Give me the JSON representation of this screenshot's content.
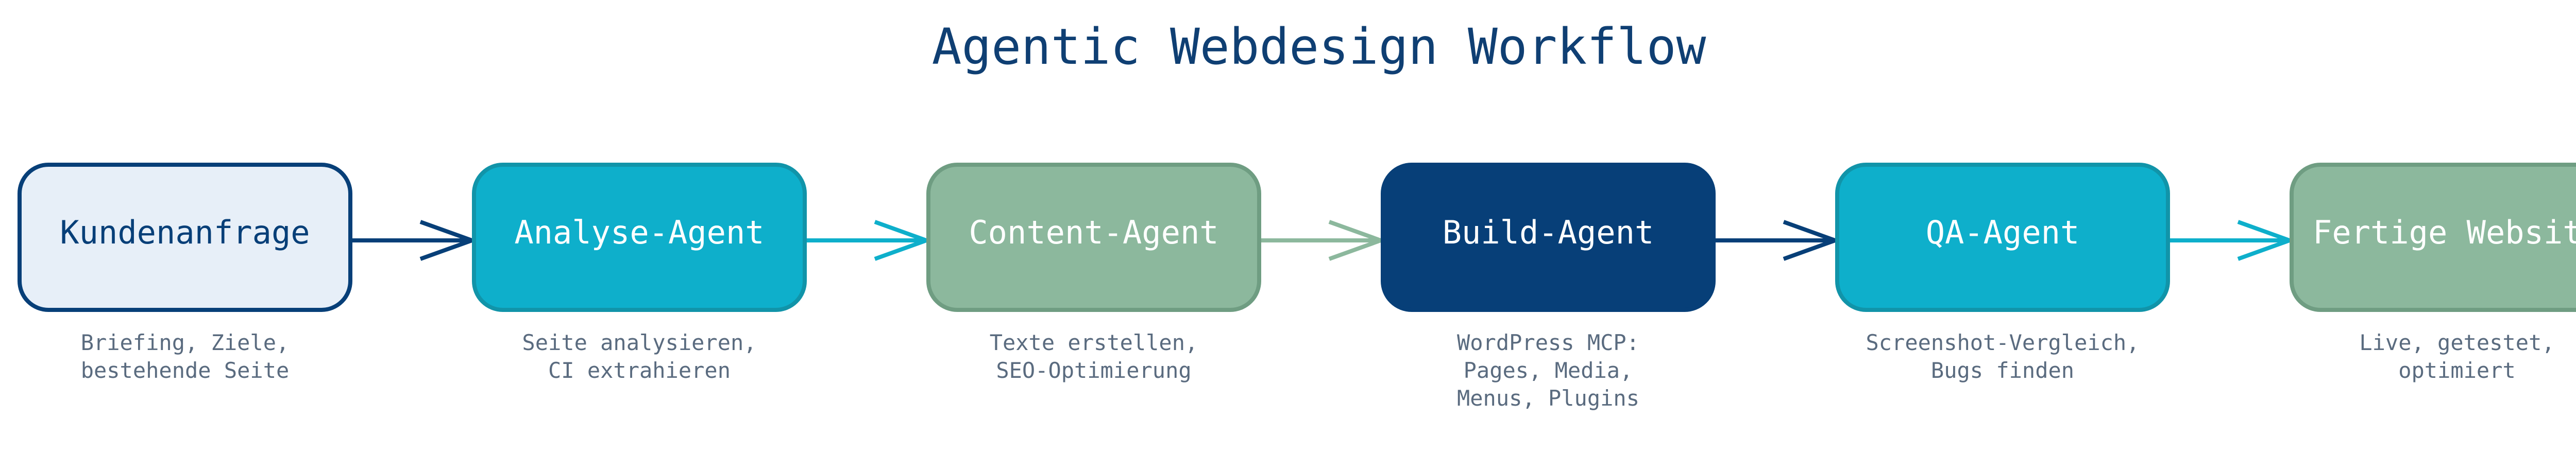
{
  "title": "Agentic Webdesign Workflow",
  "colors": {
    "title": "#0f3f73",
    "desc": "#5a6b7f",
    "navy": "#073f78",
    "teal": "#0eafcb",
    "sage": "#8cb89d",
    "light_fill": "#e7eff8"
  },
  "steps": [
    {
      "id": "kundenanfrage",
      "label": "Kundenanfrage",
      "desc": [
        "Briefing, Ziele,",
        "bestehende Seite"
      ],
      "style": "light"
    },
    {
      "id": "analyse-agent",
      "label": "Analyse-Agent",
      "desc": [
        "Seite analysieren,",
        "CI extrahieren"
      ],
      "style": "teal"
    },
    {
      "id": "content-agent",
      "label": "Content-Agent",
      "desc": [
        "Texte erstellen,",
        "SEO-Optimierung"
      ],
      "style": "sage"
    },
    {
      "id": "build-agent",
      "label": "Build-Agent",
      "desc": [
        "WordPress MCP:",
        "Pages, Media,",
        "Menus, Plugins"
      ],
      "style": "navy"
    },
    {
      "id": "qa-agent",
      "label": "QA-Agent",
      "desc": [
        "Screenshot-Vergleich,",
        "Bugs finden"
      ],
      "style": "teal"
    },
    {
      "id": "fertige-website",
      "label": "Fertige Website",
      "desc": [
        "Live, getestet,",
        "optimiert"
      ],
      "style": "sage"
    }
  ],
  "arrows": [
    {
      "from": "kundenanfrage",
      "to": "analyse-agent",
      "color": "navy"
    },
    {
      "from": "analyse-agent",
      "to": "content-agent",
      "color": "teal"
    },
    {
      "from": "content-agent",
      "to": "build-agent",
      "color": "sage"
    },
    {
      "from": "build-agent",
      "to": "qa-agent",
      "color": "navy"
    },
    {
      "from": "qa-agent",
      "to": "fertige-website",
      "color": "teal"
    }
  ]
}
